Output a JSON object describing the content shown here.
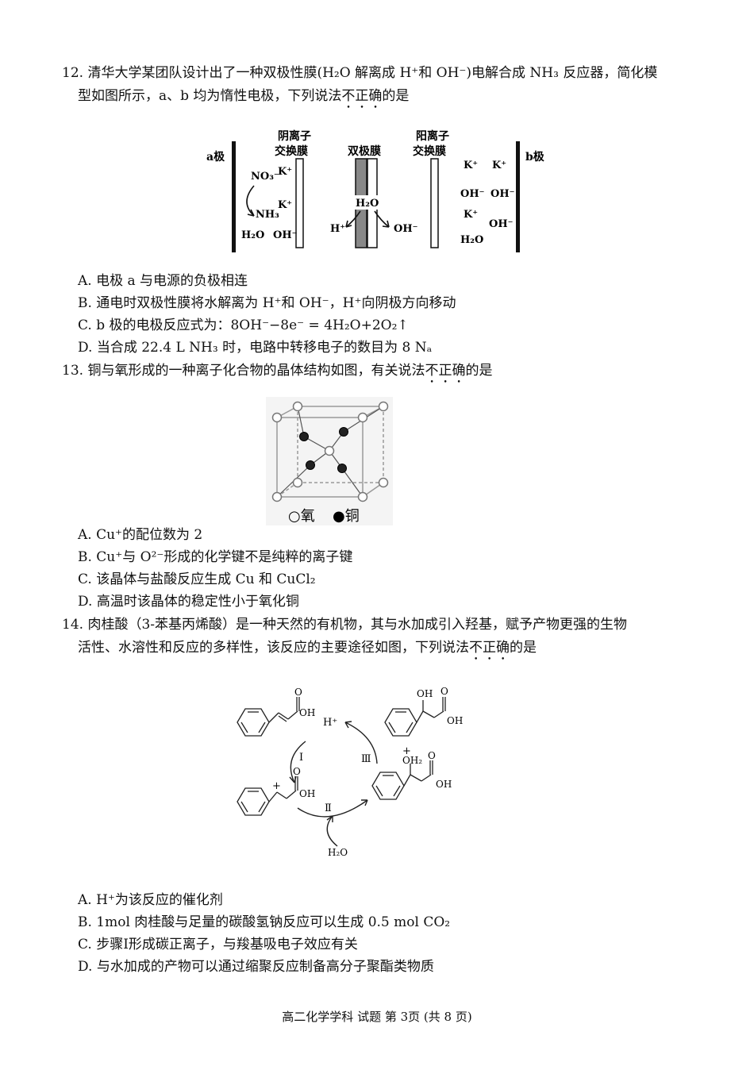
{
  "q12": {
    "line1": "12. 清华大学某团队设计出了一种双极性膜(H₂O 解离成 H⁺和 OH⁻)电解合成 NH₃ 反应器，简化模",
    "line2a": "型如图所示，a、b 均为惰性电极，下列说法",
    "line2b": "不正确",
    "line2c": "的是",
    "figure": {
      "a_label": "a极",
      "b_label": "b极",
      "anion_membrane": [
        "阴离子",
        "交换膜"
      ],
      "bipolar_membrane": "双极膜",
      "cation_membrane": [
        "阳离子",
        "交换膜"
      ],
      "no3": "NO₃⁻",
      "nh3": "NH₃",
      "h2o_left": "H₂O",
      "oh_left": "OH⁻",
      "k_left": [
        "K⁺",
        "K⁺"
      ],
      "h2o_mid": "H₂O",
      "h_plus": "H⁺",
      "oh_mid": "OH⁻",
      "k_right": [
        "K⁺",
        "K⁺",
        "K⁺"
      ],
      "oh_right": [
        "OH⁻",
        "OH⁻",
        "OH⁻"
      ],
      "h2o_right": "H₂O"
    },
    "options": [
      "A. 电极 a 与电源的负极相连",
      "B. 通电时双极性膜将水解离为 H⁺和 OH⁻，H⁺向阴极方向移动",
      "C. b 极的电极反应式为：8OH⁻−8e⁻ = 4H₂O+2O₂↑",
      "D. 当合成 22.4 L NH₃ 时，电路中转移电子的数目为 8 Nₐ"
    ]
  },
  "q13": {
    "line1a": "13. 铜与氧形成的一种离子化合物的晶体结构如图，有关说法",
    "line1b": "不正确",
    "line1c": "的是",
    "legend_oxygen": "○氧",
    "legend_copper": "●铜",
    "options": [
      "A. Cu⁺的配位数为 2",
      "B. Cu⁺与 O²⁻形成的化学键不是纯粹的离子键",
      "C. 该晶体与盐酸反应生成 Cu 和 CuCl₂",
      "D. 高温时该晶体的稳定性小于氧化铜"
    ]
  },
  "q14": {
    "line1": "14. 肉桂酸（3-苯基丙烯酸）是一种天然的有机物，其与水加成引入羟基，赋予产物更强的生物",
    "line2a": "活性、水溶性和反应的多样性，该反应的主要途径如图，下列说法",
    "line2b": "不正确",
    "line2c": "的是",
    "figure": {
      "h_plus": "H⁺",
      "step1": "Ⅰ",
      "step2": "Ⅱ",
      "step3": "Ⅲ",
      "water": "H₂O",
      "oh": "OH",
      "o": "O",
      "plus": "+",
      "oh2": "OH₂"
    },
    "options": [
      "A. H⁺为该反应的催化剂",
      "B. 1mol 肉桂酸与足量的碳酸氢钠反应可以生成 0.5 mol CO₂",
      "C. 步骤Ⅰ形成碳正离子，与羧基吸电子效应有关",
      "D. 与水加成的产物可以通过缩聚反应制备高分子聚酯类物质"
    ]
  },
  "footer": "高二化学学科 试题 第 3页 (共 8 页)"
}
